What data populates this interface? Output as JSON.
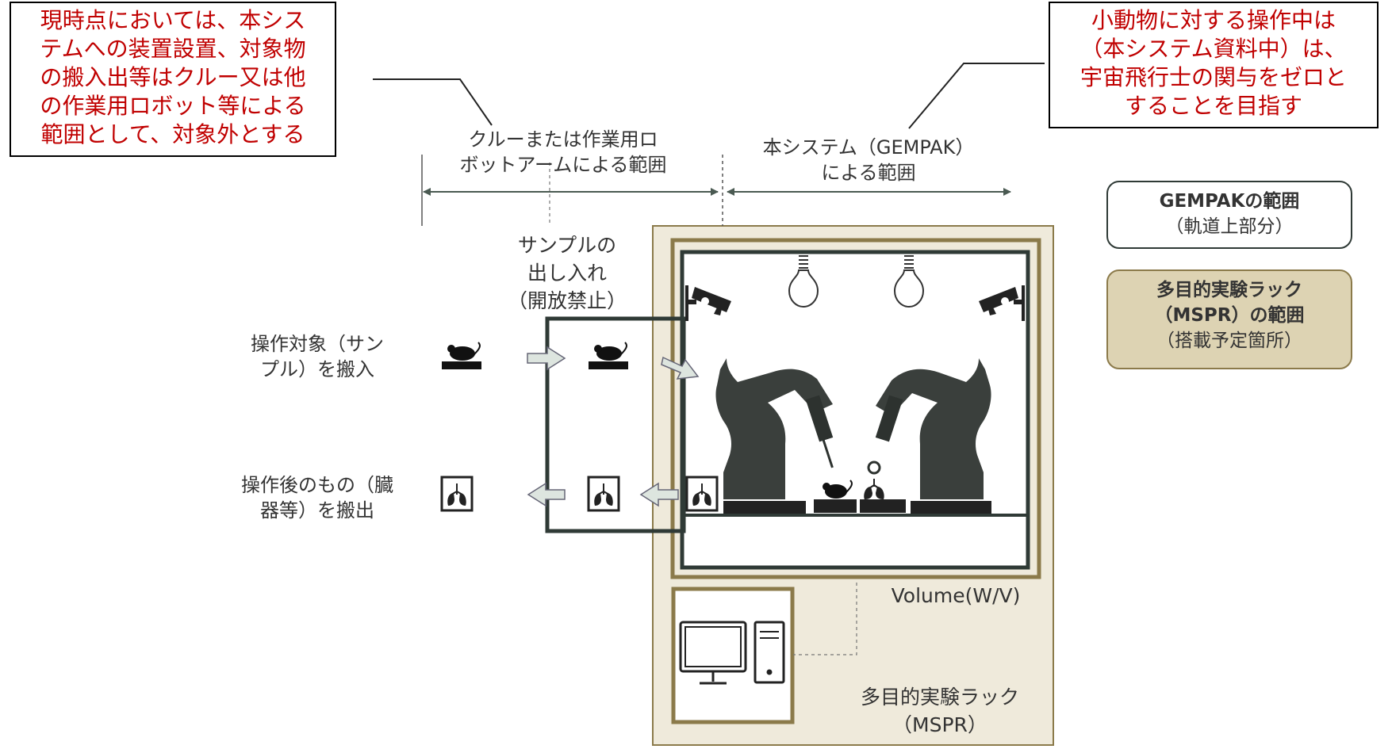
{
  "notes": {
    "left": [
      "現時点においては、本シス",
      "テムへの装置設置、対象物",
      "の搬入出等はクルー又は他",
      "の作業用ロボット等による",
      "範囲として、対象外とする"
    ],
    "right": [
      "小動物に対する操作中は",
      "（本システム資料中）は、",
      "宇宙飛行士の関与をゼロと",
      "することを目指す"
    ]
  },
  "ranges": {
    "crew": [
      "クルーまたは作業用ロ",
      "ボットアームによる範囲"
    ],
    "gempak": [
      "本システム（GEMPAK）",
      "による範囲"
    ]
  },
  "labels": {
    "sample_io": [
      "サンプルの",
      "出し入れ",
      "（開放禁止）"
    ],
    "input": [
      "操作対象（サン",
      "プル）を搬入"
    ],
    "output": [
      "操作後のもの（臓",
      "器等）を搬出"
    ],
    "volume": "Volume(W/V)",
    "mspr": [
      "多目的実験ラック",
      "（MSPR）"
    ]
  },
  "legend": {
    "gempak": {
      "title": "GEMPAKの範囲",
      "sub": "（軌道上部分）"
    },
    "mspr": {
      "title1": "多目的実験ラック",
      "title2": "（MSPR）の範囲",
      "sub": "（搭載予定箇所）"
    }
  },
  "colors": {
    "note_text": "#c00000",
    "rack_fill": "#efeadb",
    "rack_border": "#8b7a4a",
    "gempak_border": "#2f3a36",
    "robot": "#3a3f3c",
    "arrow_fill": "#dde5df",
    "legend_mspr_fill": "#ddd3b3"
  },
  "icons": [
    "mouse-icon",
    "lungs-icon",
    "light-bulb-icon",
    "camera-icon",
    "robot-arm-icon",
    "computer-icon"
  ]
}
